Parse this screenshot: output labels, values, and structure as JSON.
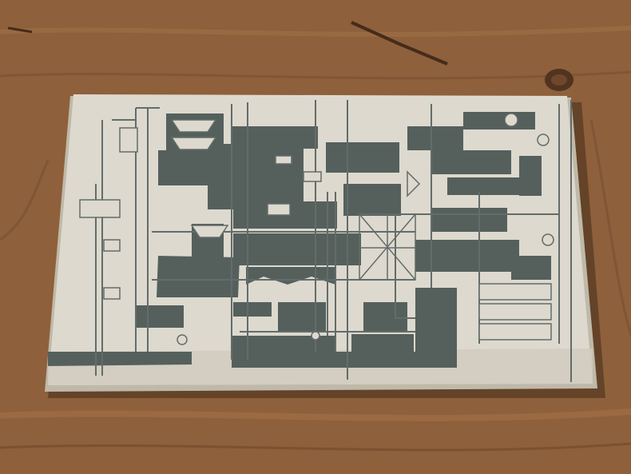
{
  "scene": {
    "subject": "booklet",
    "colors": {
      "wood_base": "#8a5a34",
      "wood_light": "#a36e42",
      "wood_dark": "#6a4022",
      "paper": "#dcd8cc",
      "paper_edge": "#bdb7a6",
      "ink": "#4f5a57",
      "ink_line": "#5d6764",
      "shadow": "#3b2412"
    },
    "icons": [
      "wood-table",
      "booklet-cover",
      "process-flow-diagram"
    ]
  }
}
